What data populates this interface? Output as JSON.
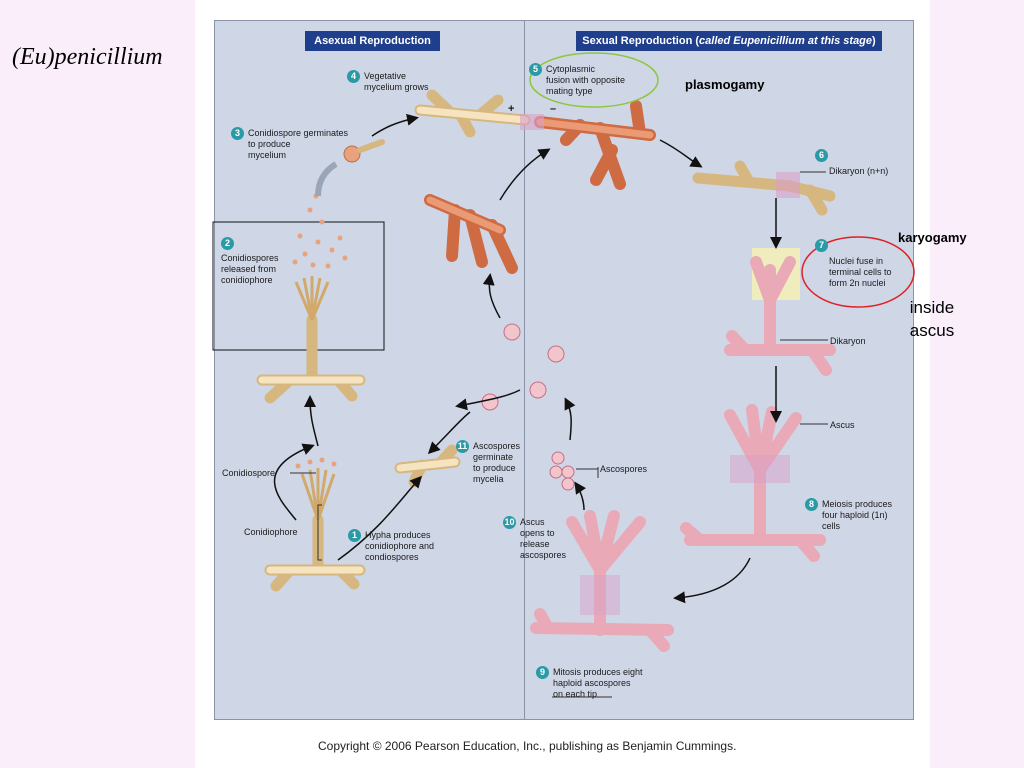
{
  "slide_title": "(Eu)penicillium",
  "headers": {
    "asexual": "Asexual Reproduction",
    "sexual_prefix": "Sexual Reproduction (",
    "sexual_italic": "called Eupenicillium at this stage",
    "sexual_suffix": ")"
  },
  "steps": [
    {
      "num": "1",
      "lines": [
        "Hypha produces",
        "conidiophore and",
        "condiospores"
      ]
    },
    {
      "num": "2",
      "lines": [
        "Conidiospores",
        "released from",
        "conidiophore"
      ]
    },
    {
      "num": "3",
      "lines": [
        "Conidiospore germinates",
        "to produce",
        "mycelium"
      ]
    },
    {
      "num": "4",
      "lines": [
        "Vegetative",
        "mycelium grows"
      ]
    },
    {
      "num": "5",
      "lines": [
        "Cytoplasmic",
        "fusion with opposite",
        "mating type"
      ]
    },
    {
      "num": "6",
      "lines": [
        "Dikaryon (n+n)"
      ]
    },
    {
      "num": "7",
      "lines": [
        "Nuclei fuse in",
        "terminal cells to",
        "form 2n nuclei"
      ]
    },
    {
      "num": "8",
      "lines": [
        "Meiosis produces",
        "four haploid (1n)",
        "cells"
      ]
    },
    {
      "num": "9",
      "lines": [
        "Mitosis produces eight",
        "haploid ascospores",
        "on each tip"
      ]
    },
    {
      "num": "10",
      "lines": [
        "Ascus",
        "opens to",
        "release",
        "ascospores"
      ]
    },
    {
      "num": "11",
      "lines": [
        "Ascospores",
        "germinate",
        "to produce",
        "mycelia"
      ]
    }
  ],
  "labels": {
    "conidiospore": "Conidiospore",
    "conidiophore": "Conidiophore",
    "dikaryon": "Dikaryon",
    "ascus": "Ascus",
    "ascospores": "Ascospores",
    "plus": "+",
    "minus": "–"
  },
  "annotations": {
    "plasmogamy": "plasmogamy",
    "karyogamy": "karyogamy",
    "inside": "inside",
    "ascus": "ascus"
  },
  "copyright": "Copyright © 2006 Pearson Education, Inc., publishing as Benjamin Cummings.",
  "colors": {
    "panel": "#cfd6e6",
    "header": "#1f3f8c",
    "step_badge": "#2a9aa6",
    "hypha_plus": "#f3d9a6",
    "hypha_minus": "#e0875f",
    "ascus": "#f2b8c2",
    "highlight_green": "#8cc63f",
    "highlight_red": "#e02020"
  }
}
